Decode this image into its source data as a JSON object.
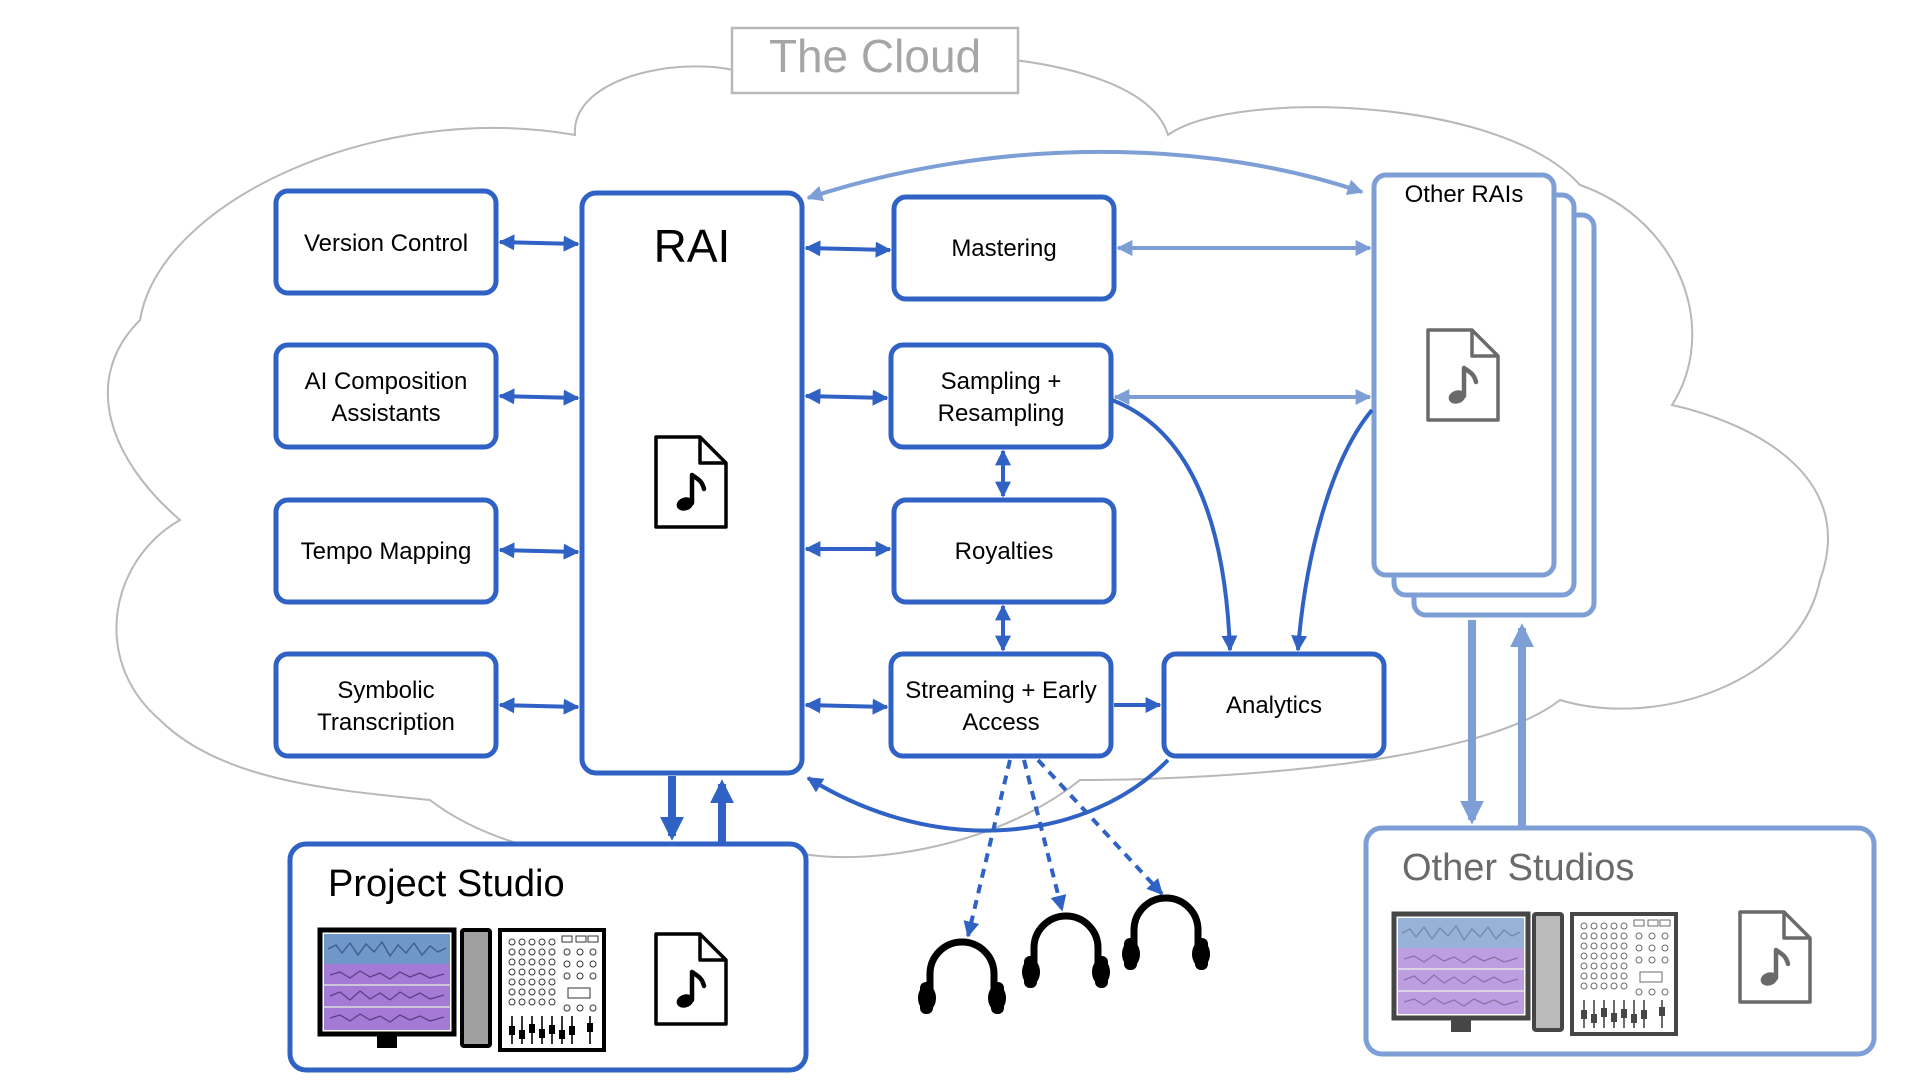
{
  "cloud": {
    "title": "The Cloud"
  },
  "rai": {
    "title": "RAI"
  },
  "services_left": {
    "version_control": "Version Control",
    "ai_composition_1": "AI Composition",
    "ai_composition_2": "Assistants",
    "tempo_mapping": "Tempo Mapping",
    "symbolic_1": "Symbolic",
    "symbolic_2": "Transcription"
  },
  "services_right": {
    "mastering": "Mastering",
    "sampling_1": "Sampling +",
    "sampling_2": "Resampling",
    "royalties": "Royalties",
    "streaming_1": "Streaming + Early",
    "streaming_2": "Access",
    "analytics": "Analytics"
  },
  "other_rais": {
    "title": "Other RAIs"
  },
  "project_studio": {
    "title": "Project Studio"
  },
  "other_studios": {
    "title": "Other Studios"
  },
  "icons": [
    "music-file-icon",
    "headphones-icon",
    "monitor-icon",
    "computer-tower-icon",
    "mixing-console-icon"
  ],
  "colors": {
    "primary": "#2f62c4",
    "light": "#7d9fd6",
    "cloud_outline": "#b8b8b8",
    "title_gray": "#a6a6a6",
    "text": "#000000",
    "studio_gray": "#6a6a6a"
  }
}
